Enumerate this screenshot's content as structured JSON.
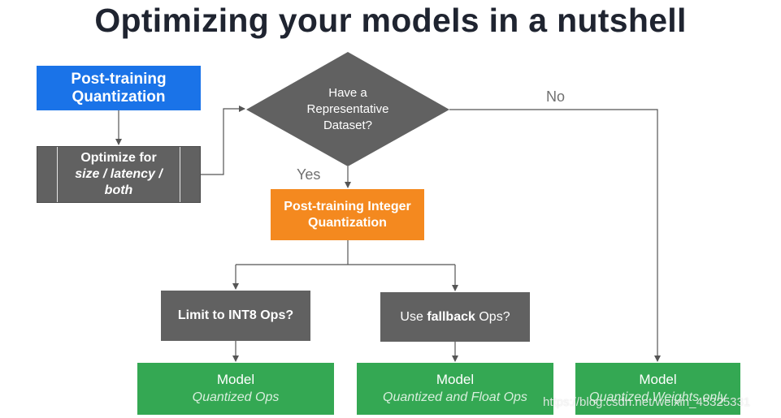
{
  "title": "Optimizing your models in a nutshell",
  "post_training_quantization": {
    "line1": "Post-training",
    "line2": "Quantization"
  },
  "optimize": {
    "line1": "Optimize for",
    "line2": "size / latency /",
    "line3": "both"
  },
  "decision": {
    "line1": "Have a",
    "line2": "Representative",
    "line3": "Dataset?",
    "no_label": "No",
    "yes_label": "Yes"
  },
  "integer_quantization": {
    "line1": "Post-training Integer",
    "line2": "Quantization"
  },
  "limit_int8": {
    "text": "Limit to INT8 Ops?"
  },
  "fallback": {
    "prefix": "Use ",
    "bold": "fallback",
    "suffix": " Ops?"
  },
  "outputs": [
    {
      "title": "Model",
      "subtitle": "Quantized Ops"
    },
    {
      "title": "Model",
      "subtitle": "Quantized and Float Ops"
    },
    {
      "title": "Model",
      "subtitle": "Quantized Weights only"
    }
  ],
  "watermark": "https://blog.csdn.net/weixin_45325331",
  "colors": {
    "blue": "#1a73e8",
    "grey": "#616161",
    "orange": "#f4891f",
    "green": "#34a853",
    "connector": "#555555"
  }
}
